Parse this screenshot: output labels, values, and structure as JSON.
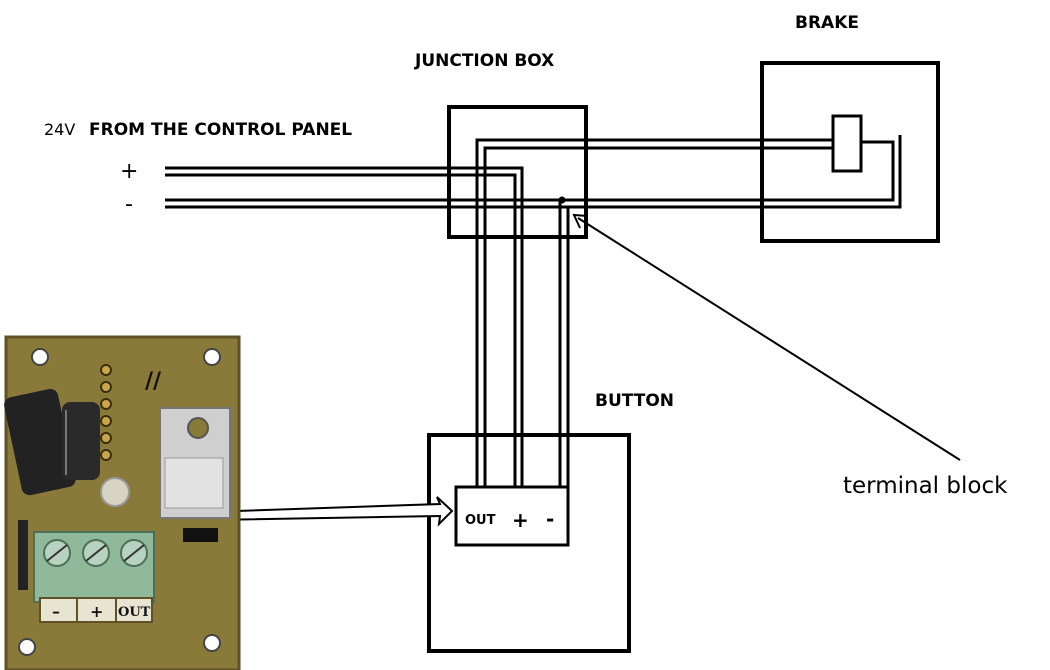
{
  "labels": {
    "brake": "BRAKE",
    "junction_box": "JUNCTION BOX",
    "voltage": "24V",
    "source": "FROM THE CONTROL PANEL",
    "plus": "+",
    "minus": "-",
    "button": "BUTTON",
    "terminal_block": "terminal block"
  },
  "button_terminals": {
    "out": "OUT",
    "plus": "+",
    "minus": "-"
  },
  "pcb_terminals": {
    "minus": "–",
    "plus": "+",
    "out": "OUT"
  },
  "colors": {
    "wire": "#000000",
    "pcb": "#8a7a3a",
    "pcb_dark": "#5e5226",
    "terminal": "#8fb99a",
    "capacitor": "#222222"
  }
}
